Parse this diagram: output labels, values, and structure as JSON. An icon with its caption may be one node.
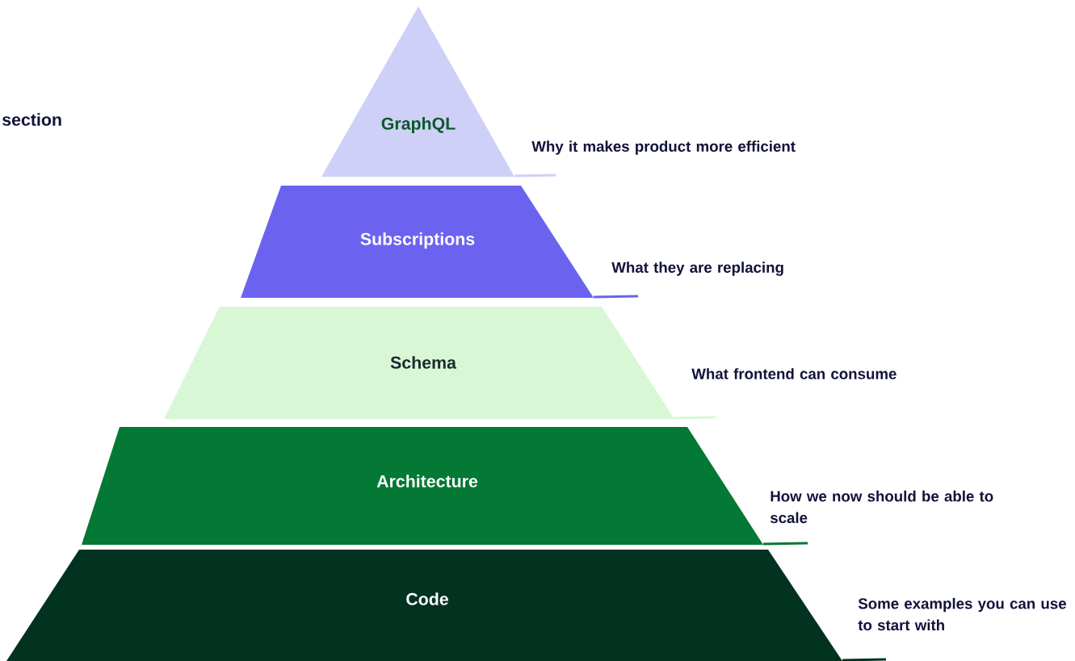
{
  "diagram": {
    "nodes": [
      {
        "text": [
          "GraphQL"
        ],
        "beside": [
          "Why it makes product more efficient"
        ]
      },
      {
        "text": [
          "Subscriptions"
        ],
        "beside": [
          "What they are replacing"
        ]
      },
      {
        "text": [
          "Schema"
        ],
        "beside": [
          "What frontend can consume"
        ]
      },
      {
        "text": [
          "Architecture"
        ],
        "beside": [
          "How we now should be able to scale"
        ]
      },
      {
        "text": [
          "Code"
        ],
        "beside": [
          "Some examples you can use to start with"
        ]
      }
    ],
    "labels": [
      "section"
    ]
  }
}
